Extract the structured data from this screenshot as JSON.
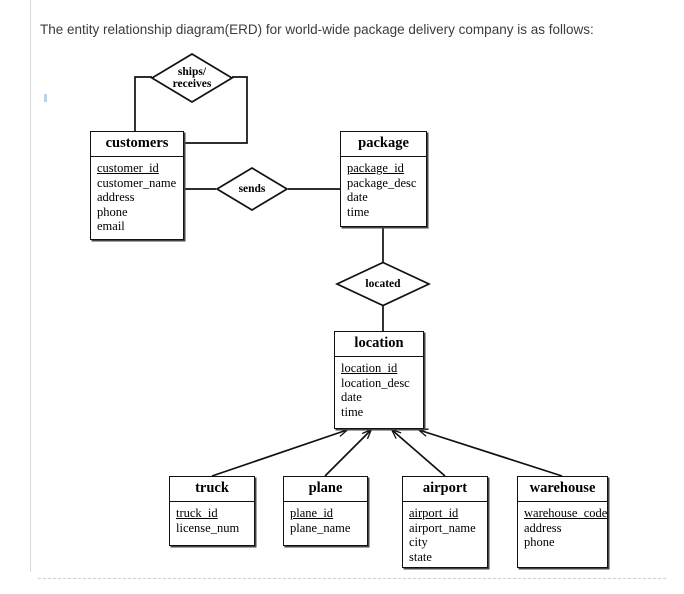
{
  "page": {
    "intro_text": "The entity relationship diagram(ERD) for world-wide package delivery company is as follows:"
  },
  "diagram": {
    "type": "entity-relationship-diagram",
    "entities": [
      {
        "id": "customers",
        "name": "customers",
        "attributes": [
          {
            "name": "customer_id",
            "primary_key": true
          },
          {
            "name": "customer_name",
            "primary_key": false
          },
          {
            "name": "address",
            "primary_key": false
          },
          {
            "name": "phone",
            "primary_key": false
          },
          {
            "name": "email",
            "primary_key": false
          }
        ]
      },
      {
        "id": "package",
        "name": "package",
        "attributes": [
          {
            "name": "package_id",
            "primary_key": true
          },
          {
            "name": "package_desc",
            "primary_key": false
          },
          {
            "name": "date",
            "primary_key": false
          },
          {
            "name": "time",
            "primary_key": false
          }
        ]
      },
      {
        "id": "location",
        "name": "location",
        "attributes": [
          {
            "name": "location_id",
            "primary_key": true
          },
          {
            "name": "location_desc",
            "primary_key": false
          },
          {
            "name": "date",
            "primary_key": false
          },
          {
            "name": "time",
            "primary_key": false
          }
        ]
      },
      {
        "id": "truck",
        "name": "truck",
        "attributes": [
          {
            "name": "truck_id",
            "primary_key": true
          },
          {
            "name": "license_num",
            "primary_key": false
          }
        ]
      },
      {
        "id": "plane",
        "name": "plane",
        "attributes": [
          {
            "name": "plane_id",
            "primary_key": true
          },
          {
            "name": "plane_name",
            "primary_key": false
          }
        ]
      },
      {
        "id": "airport",
        "name": "airport",
        "attributes": [
          {
            "name": "airport_id",
            "primary_key": true
          },
          {
            "name": "airport_name",
            "primary_key": false
          },
          {
            "name": "city",
            "primary_key": false
          },
          {
            "name": "state",
            "primary_key": false
          }
        ]
      },
      {
        "id": "warehouse",
        "name": "warehouse",
        "attributes": [
          {
            "name": "warehouse_code",
            "primary_key": true
          },
          {
            "name": "address",
            "primary_key": false
          },
          {
            "name": "phone",
            "primary_key": false
          }
        ]
      }
    ],
    "relationships": [
      {
        "id": "ships-receives",
        "label_line1": "ships/",
        "label_line2": "receives",
        "connects": [
          "customers",
          "customers"
        ]
      },
      {
        "id": "sends",
        "label_line1": "sends",
        "label_line2": "",
        "connects": [
          "customers",
          "package"
        ]
      },
      {
        "id": "located",
        "label_line1": "located",
        "label_line2": "",
        "connects": [
          "package",
          "location"
        ]
      }
    ],
    "generalizations": [
      {
        "parent": "location",
        "child": "truck"
      },
      {
        "parent": "location",
        "child": "plane"
      },
      {
        "parent": "location",
        "child": "airport"
      },
      {
        "parent": "location",
        "child": "warehouse"
      }
    ],
    "colors": {
      "line": "#111111",
      "box_fill": "#ffffff",
      "shadow": "#444444",
      "text": "#000000",
      "intro_text": "#3c3c3c",
      "gutter_rule": "#d8d8d8",
      "divider": "#cfcfcf"
    }
  }
}
